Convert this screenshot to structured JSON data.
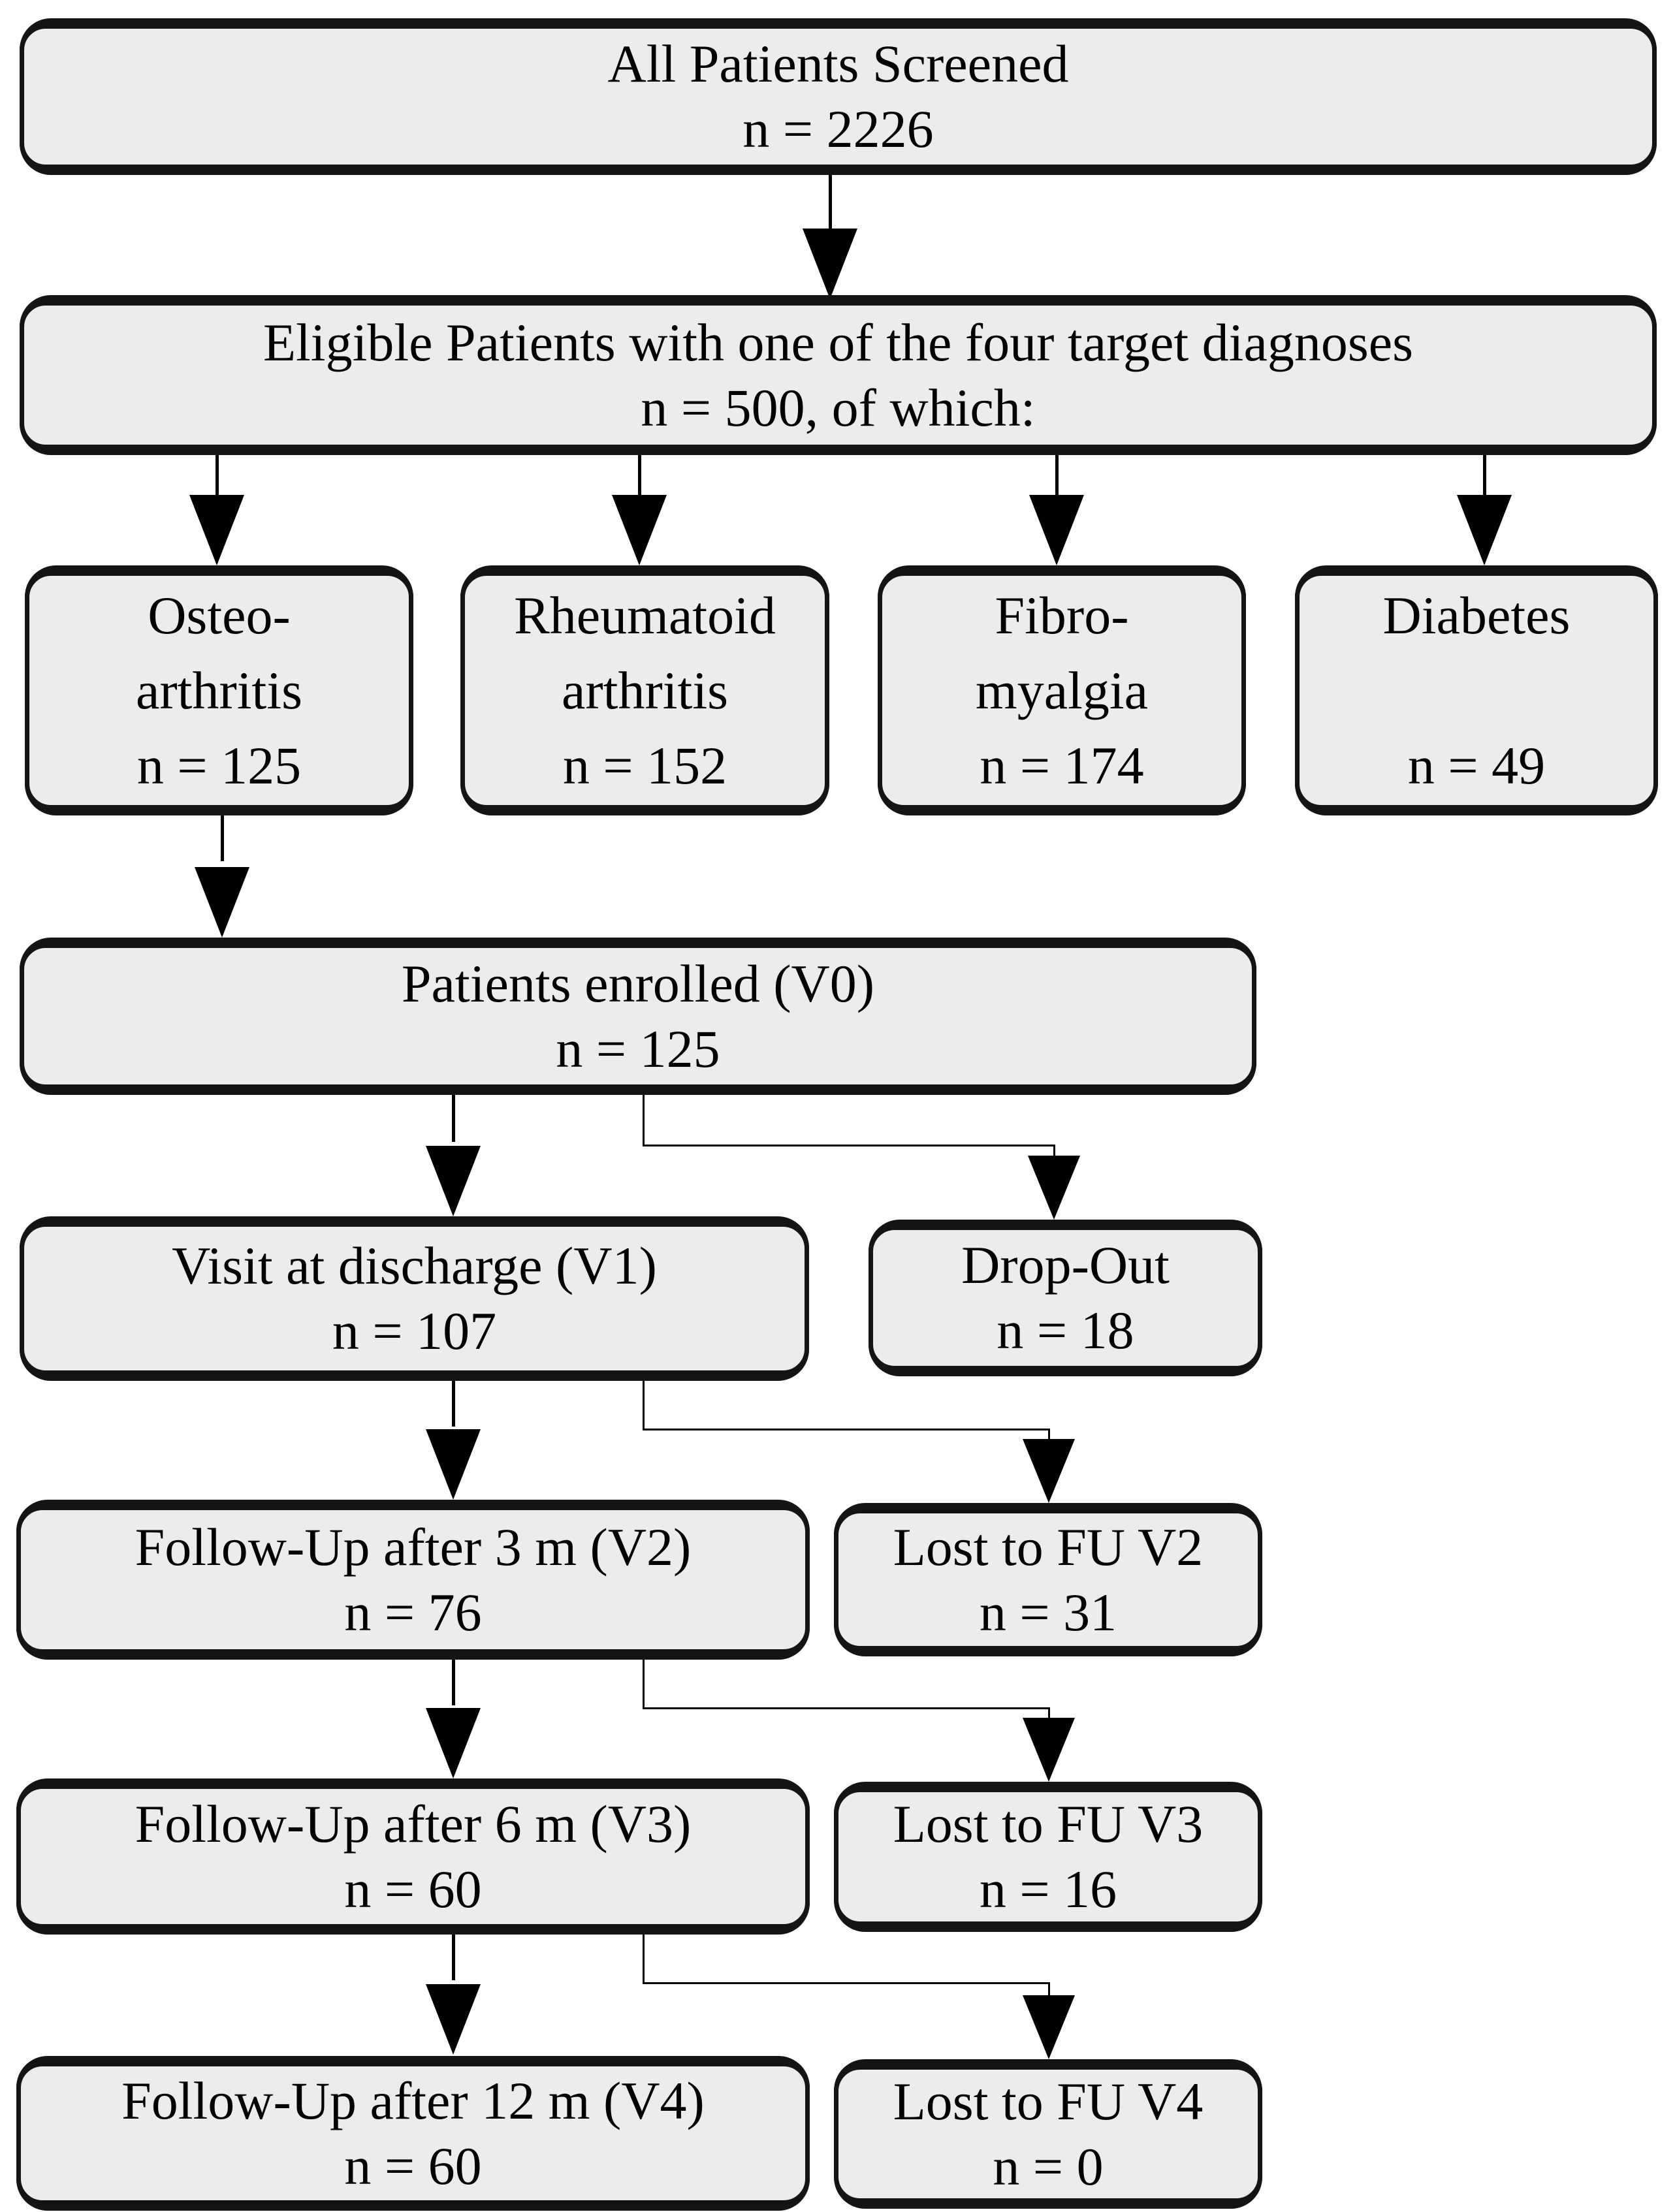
{
  "title": "Patient flow diagram",
  "colors": {
    "box_fill": "#ececec",
    "box_border": "#141414",
    "line_color": "#000000",
    "page_bg": "#ffffff"
  },
  "boxes": {
    "screened": {
      "lines": [
        "All Patients Screened",
        "n = 2226"
      ]
    },
    "eligible": {
      "lines": [
        "Eligible Patients with one of the four target diagnoses",
        "n = 500, of which:"
      ]
    },
    "osteo": {
      "lines": [
        "Osteo-",
        "arthritis",
        "n = 125"
      ]
    },
    "rheumatoid": {
      "lines": [
        "Rheumatoid",
        "arthritis",
        "n = 152"
      ]
    },
    "fibro": {
      "lines": [
        "Fibro-",
        "myalgia",
        "n = 174"
      ]
    },
    "diabetes": {
      "lines": [
        "Diabetes",
        "",
        "n = 49"
      ]
    },
    "enrolled": {
      "lines": [
        "Patients enrolled (V0)",
        "n = 125"
      ]
    },
    "v1": {
      "lines": [
        "Visit at discharge (V1)",
        "n = 107"
      ]
    },
    "dropout": {
      "lines": [
        "Drop-Out",
        "n = 18"
      ]
    },
    "v2": {
      "lines": [
        "Follow-Up after 3 m (V2)",
        "n = 76"
      ]
    },
    "lostv2": {
      "lines": [
        "Lost to FU V2",
        "n = 31"
      ]
    },
    "v3": {
      "lines": [
        "Follow-Up after 6 m (V3)",
        "n = 60"
      ]
    },
    "lostv3": {
      "lines": [
        "Lost to FU V3",
        "n = 16"
      ]
    },
    "v4": {
      "lines": [
        "Follow-Up after 12 m (V4)",
        "n = 60"
      ]
    },
    "lostv4": {
      "lines": [
        "Lost to FU V4",
        "n = 0"
      ]
    }
  }
}
